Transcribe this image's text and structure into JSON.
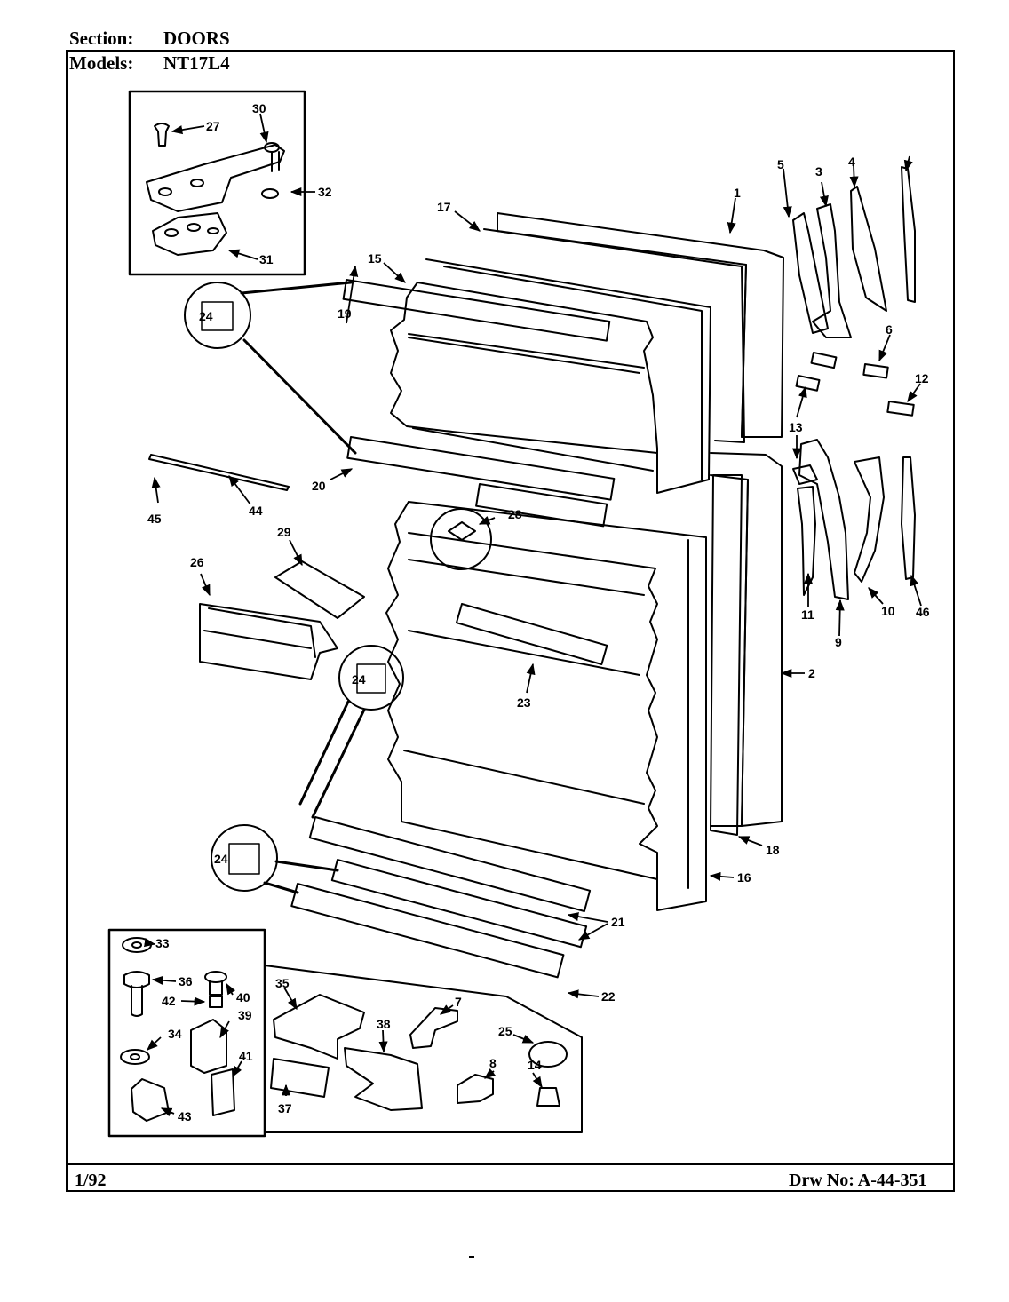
{
  "header": {
    "section_label": "Section:",
    "section_value": "DOORS",
    "models_label": "Models:",
    "models_value": "NT17L4"
  },
  "footer": {
    "date": "1/92",
    "drawing_number": "Drw No: A-44-351"
  },
  "parts": {
    "p1": "1",
    "p2": "2",
    "p3": "3",
    "p4": "4",
    "p5": "5",
    "p6": "6",
    "p7": "7",
    "p8": "8",
    "p9": "9",
    "p10": "10",
    "p11": "11",
    "p12": "12",
    "p13": "13",
    "p14": "14",
    "p15": "15",
    "p16": "16",
    "p17": "17",
    "p18": "18",
    "p19": "19",
    "p20": "20",
    "p21": "21",
    "p22": "22",
    "p23": "23",
    "p24": "24",
    "p25": "25",
    "p26": "26",
    "p27": "27",
    "p28": "28",
    "p29": "29",
    "p30": "30",
    "p31": "31",
    "p32": "32",
    "p33": "33",
    "p34": "34",
    "p35": "35",
    "p36": "36",
    "p37": "37",
    "p38": "38",
    "p39": "39",
    "p40": "40",
    "p41": "41",
    "p42": "42",
    "p43": "43",
    "p44": "44",
    "p45": "45",
    "p46": "46"
  }
}
